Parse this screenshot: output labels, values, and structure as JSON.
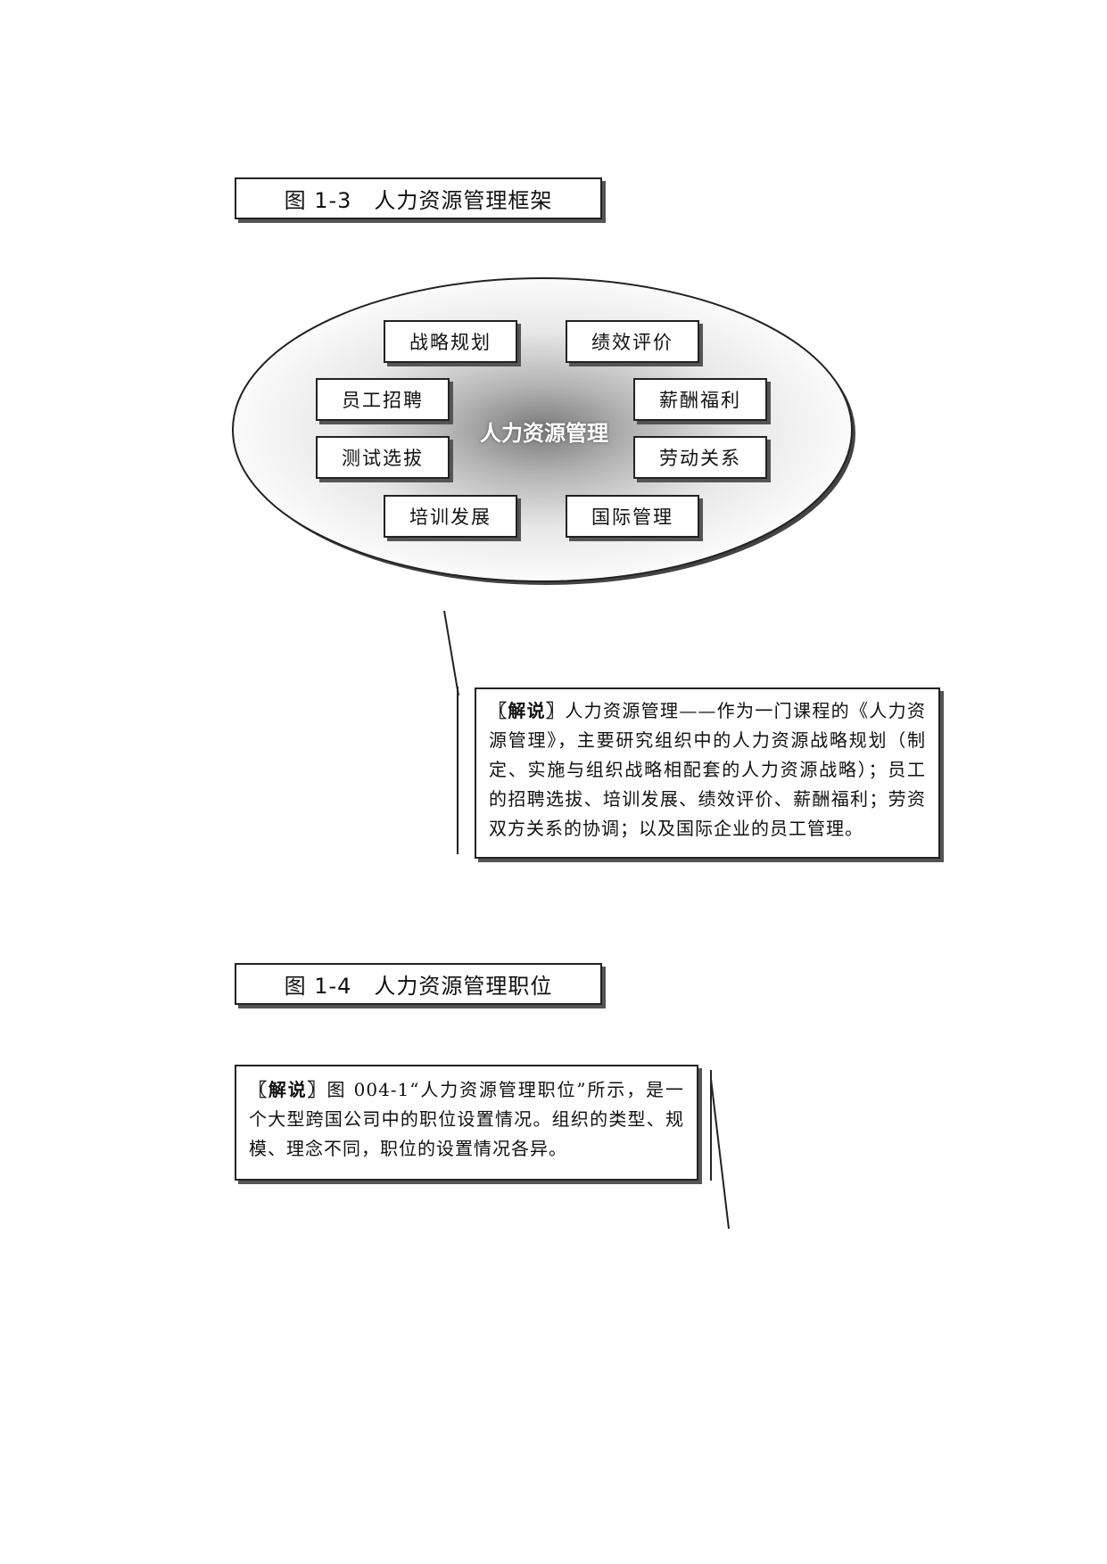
{
  "figure_1_3": {
    "title": "图 1-3　人力资源管理框架",
    "center": "人力资源管理",
    "nodes": {
      "strategy": "战略规划",
      "performance": "绩效评价",
      "recruitment": "员工招聘",
      "compensation": "薪酬福利",
      "selection": "测试选拔",
      "labor": "劳动关系",
      "training": "培训发展",
      "international": "国际管理"
    },
    "explanation": {
      "tag": "〖解说〗",
      "text": "人力资源管理——作为一门课程的《人力资源管理》，主要研究组织中的人力资源战略规划（制定、实施与组织战略相配套的人力资源战略）；员工的招聘选拔、培训发展、绩效评价、薪酬福利；劳资双方关系的协调；以及国际企业的员工管理。"
    }
  },
  "figure_1_4": {
    "title": "图 1-4　人力资源管理职位",
    "explanation": {
      "tag": "〖解说〗",
      "text": "图 004-1“人力资源管理职位”所示，是一个大型跨国公司中的职位设置情况。组织的类型、规模、理念不同，职位的设置情况各异。"
    }
  }
}
